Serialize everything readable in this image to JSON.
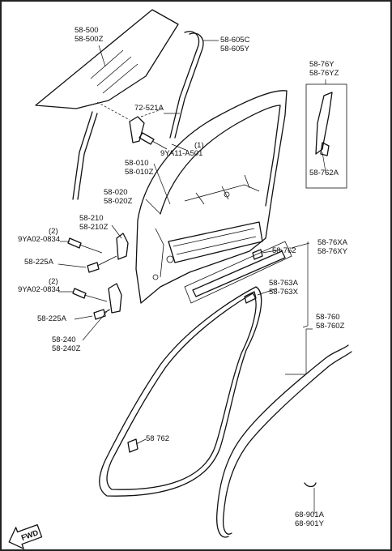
{
  "labels": {
    "glass": [
      "58-500",
      "58-500Z"
    ],
    "glass_run": [
      "58-605C",
      "58-605Y"
    ],
    "channel": [
      "72-521A"
    ],
    "bolt_top_qty": [
      "(1)"
    ],
    "bolt_top": [
      "9YA11-A501"
    ],
    "door_panel_a": [
      "58-010",
      "58-010Z"
    ],
    "door_panel_b": [
      "58-020",
      "58-020Z"
    ],
    "garnish": [
      "58-76Y",
      "58-76YZ"
    ],
    "garnish_clip": [
      "58-762A"
    ],
    "hinge_upper": [
      "58-210",
      "58-210Z"
    ],
    "bolt_hinge_up_qty": [
      "(2)"
    ],
    "bolt_hinge_up": [
      "9YA02-0834"
    ],
    "hinge_bolt_up": [
      "58-225A"
    ],
    "bolt_hinge_lo_qty": [
      "(2)"
    ],
    "bolt_hinge_lo": [
      "9YA02-0834"
    ],
    "hinge_bolt_lo": [
      "58-225A"
    ],
    "hinge_lower": [
      "58-240",
      "58-240Z"
    ],
    "clip_mid": [
      "58-762"
    ],
    "belt_molding": [
      "58-76XA",
      "58-76XY"
    ],
    "weatherstrip_clip": [
      "58-763A",
      "58-763X"
    ],
    "weatherstrip": [
      "58-760",
      "58-760Z"
    ],
    "clip_low": [
      "58 762"
    ],
    "opening_seal": [
      "68-901A",
      "68-901Y"
    ]
  },
  "fwd_marker": "FWD",
  "icons": [
    "fwd-arrow-icon"
  ]
}
